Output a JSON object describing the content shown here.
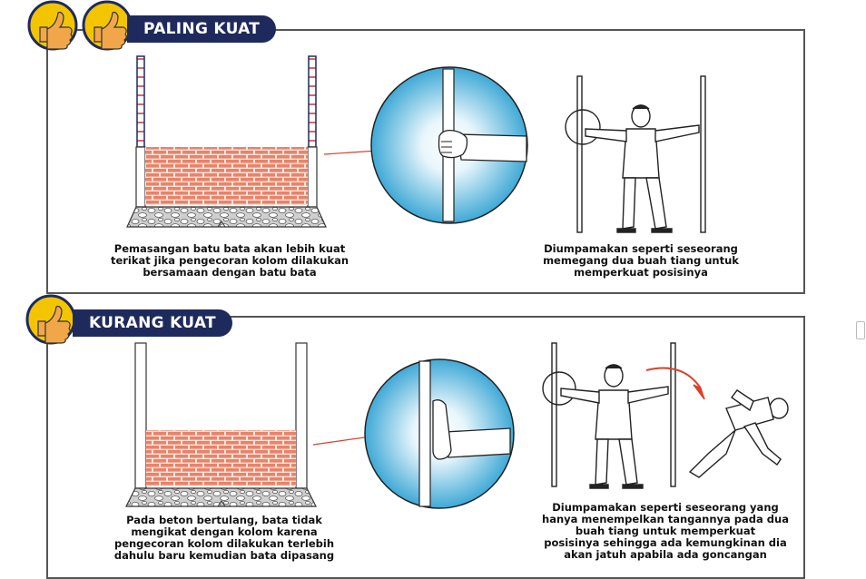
{
  "sections": [
    {
      "label": "PALING KUAT",
      "wall_caption": [
        "Pemasangan batu bata akan lebih kuat",
        "terikat jika pengecoran kolom dilakukan",
        "bersamaan dengan batu bata"
      ],
      "person_caption": [
        "Diumpamakan seperti seseorang",
        "memegang dua buah tiang untuk",
        "memperkuat posisinya"
      ],
      "thumbs": 2
    },
    {
      "label": "KURANG KUAT",
      "wall_caption": [
        "Pada beton bertulang, bata tidak",
        "mengikat dengan kolom karena",
        "pengecoran kolom dilakukan terlebih",
        "dahulu baru kemudian bata dipasang"
      ],
      "person_caption": [
        "Diumpamakan seperti seseorang yang",
        "hanya menempelkan tangannya pada dua",
        "buah tiang untuk memperkuat",
        "posisinya sehingga ada kemungkinan dia",
        "akan jatuh apabila ada goncangan"
      ],
      "thumbs": 1
    }
  ],
  "icons": [
    "thumbs-up-icon",
    "thumbs-up-icon",
    "thumbs-up-icon"
  ],
  "colors": {
    "banner": "#1f2a5c",
    "brick": "#e8836a",
    "circle": "#3fa9d6",
    "badge": "#f2c500",
    "arrow": "#d9412b"
  }
}
